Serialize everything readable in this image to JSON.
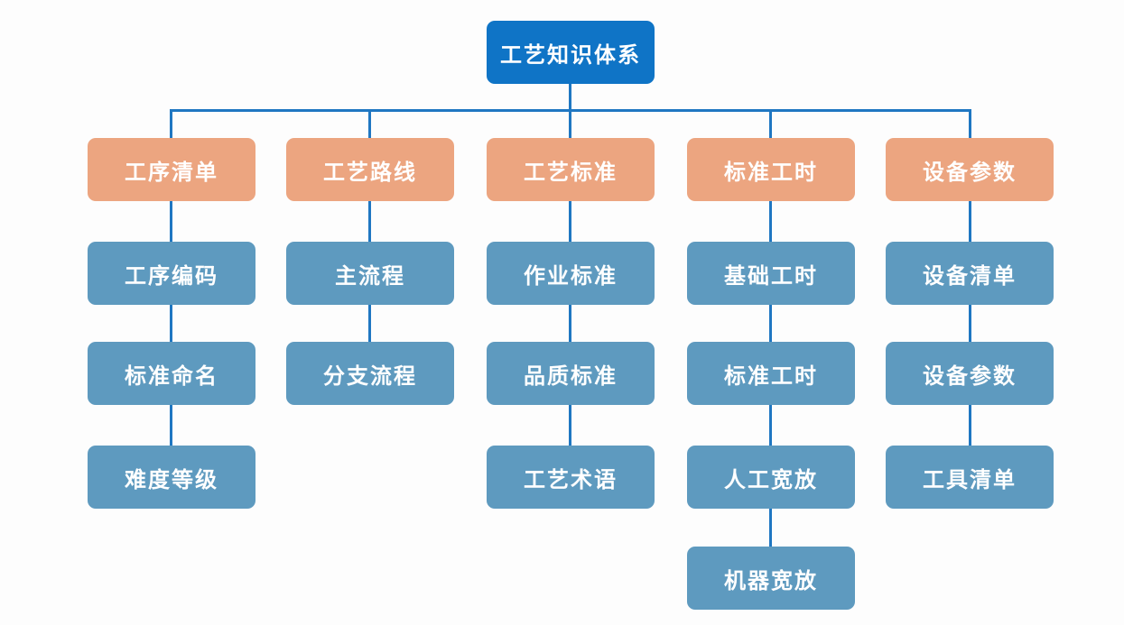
{
  "title": "工艺知识体系",
  "colors": {
    "root_box": "#0f74c6",
    "branch_box": "#eca580",
    "child_box": "#5e9abf",
    "connector": "#1f77c2",
    "text": "#ffffff",
    "background": "#fdfdfd"
  },
  "tree": {
    "root": {
      "label": "工艺知识体系"
    },
    "branches": [
      {
        "label": "工序清单",
        "children": [
          "工序编码",
          "标准命名",
          "难度等级"
        ]
      },
      {
        "label": "工艺路线",
        "children": [
          "主流程",
          "分支流程"
        ]
      },
      {
        "label": "工艺标准",
        "children": [
          "作业标准",
          "品质标准",
          "工艺术语"
        ]
      },
      {
        "label": "标准工时",
        "children": [
          "基础工时",
          "标准工时",
          "人工宽放",
          "机器宽放"
        ]
      },
      {
        "label": "设备参数",
        "children": [
          "设备清单",
          "设备参数",
          "工具清单"
        ]
      }
    ]
  }
}
